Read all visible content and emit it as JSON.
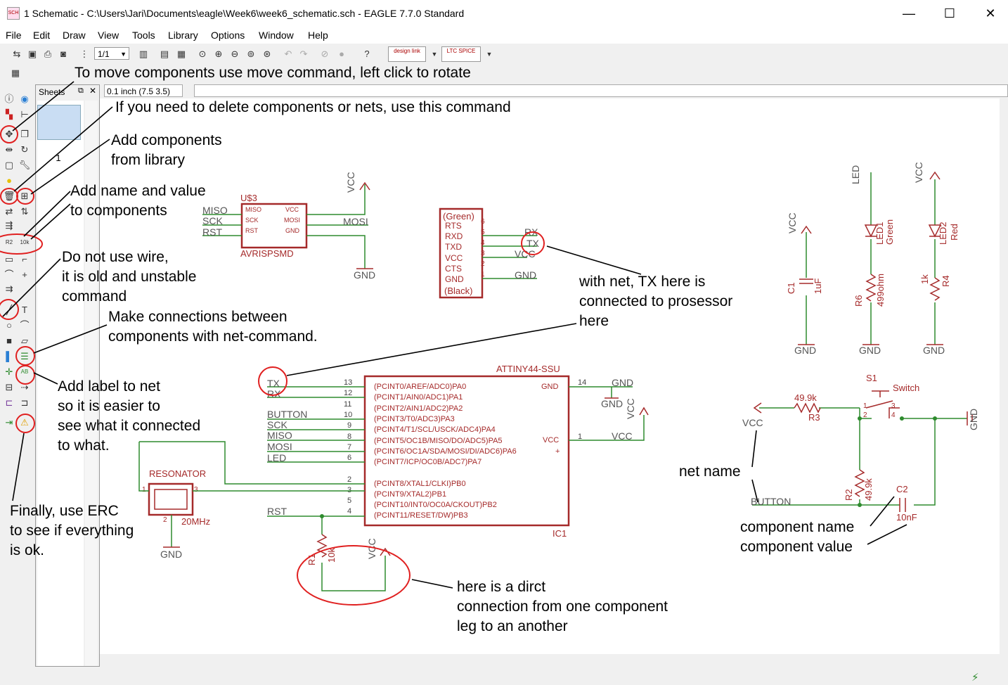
{
  "window": {
    "title": "1 Schematic - C:\\Users\\Jari\\Documents\\eagle\\Week6\\week6_schematic.sch - EAGLE 7.7.0 Standard",
    "app_icon_label": "SCH",
    "minimize": "—",
    "maximize": "☐",
    "close": "✕"
  },
  "menu": [
    "File",
    "Edit",
    "Draw",
    "View",
    "Tools",
    "Library",
    "Options",
    "Window",
    "Help"
  ],
  "toolbar": {
    "sheet_select": "1/1",
    "design_link": "design link",
    "ltspice": "LTC SPICE"
  },
  "coord_readout": "0.1 inch (7.5 3.5)",
  "sheets": {
    "label": "Sheets",
    "items": [
      "1"
    ]
  },
  "annotations": {
    "move": "To move components use move command, left click to rotate",
    "delete": "If you need to delete components or nets, use this command",
    "add": "Add components\nfrom library",
    "name_value": "Add name and value\nto components",
    "wire": "Do not use wire,\nit is old and unstable\ncommand",
    "net": "Make connections between\ncomponents with net-command.",
    "label": "Add label to net\nso it is easier to\nsee what it connected\nto what.",
    "erc": "Finally, use ERC\nto see if everything\nis ok.",
    "tx_net": "with net, TX here is\nconnected to prosessor\nhere",
    "net_name": "net name",
    "comp_name": "component name",
    "comp_value": "component value",
    "direct": "here is a dirct\nconnection from one component\nleg to an another"
  },
  "schematic": {
    "avrisp": {
      "name": "U$3",
      "value": "AVRISPSMD",
      "left_nets": [
        "MISO",
        "SCK",
        "RST"
      ],
      "left_pins": [
        "MISO",
        "SCK",
        "RST"
      ],
      "right_pins": [
        "VCC",
        "MOSI",
        "GND"
      ],
      "net_mosi": "MOSI",
      "vcc": "VCC",
      "gnd": "GND"
    },
    "ftdi": {
      "top": "(Green)",
      "bottom": "(Black)",
      "pins": [
        "RTS",
        "RXD",
        "TXD",
        "VCC",
        "CTS",
        "GND"
      ],
      "numbers": [
        "6",
        "5",
        "4",
        "3",
        "2",
        "1"
      ],
      "nets": {
        "rx": "RX",
        "tx": "TX",
        "vcc": "VCC",
        "gnd": "GND"
      }
    },
    "attiny": {
      "name": "ATTINY44-SSU",
      "ref": "IC1",
      "pa_pins": [
        "(PCINT0/AREF/ADC0)PA0",
        "(PCINT1/AIN0/ADC1)PA1",
        "(PCINT2/AIN1/ADC2)PA2",
        "(PCINT3/T0/ADC3)PA3",
        "(PCINT4/T1/SCL/USCK/ADC4)PA4",
        "(PCINT5/OC1B/MISO/DO/ADC5)PA5",
        "(PCINT6/OC1A/SDA/MOSI/DI/ADC6)PA6",
        "(PCINT7/ICP/OC0B/ADC7)PA7"
      ],
      "pa_numbers": [
        "13",
        "12",
        "11",
        "10",
        "9",
        "8",
        "7",
        "6"
      ],
      "pa_nets": [
        "TX",
        "RX",
        "",
        "BUTTON",
        "SCK",
        "MISO",
        "MOSI",
        "LED"
      ],
      "pb_pins": [
        "(PCINT8/XTAL1/CLKI)PB0",
        "(PCINT9/XTAL2)PB1",
        "(PCINT10/INT0/OC0A/CKOUT)PB2",
        "(PCINT11/RESET/DW)PB3"
      ],
      "pb_numbers": [
        "2",
        "3",
        "5",
        "4"
      ],
      "gnd_pin": "GND",
      "vcc_pin": "VCC",
      "gnd_num": "14",
      "vcc_num": "1",
      "plus": "+",
      "rst_net": "RST",
      "gnd_net": "GND",
      "vcc_net": "VCC",
      "gnd_sym": "GND",
      "vcc_sym": "VCC"
    },
    "resonator": {
      "name": "RESONATOR",
      "value": "20MHz",
      "pins": [
        "1",
        "2",
        "3"
      ],
      "gnd": "GND"
    },
    "r1": {
      "name": "R1",
      "value": "10k",
      "vcc": "VCC"
    },
    "c1": {
      "name": "C1",
      "value": "1uF",
      "vcc": "VCC",
      "gnd": "GND"
    },
    "led1": {
      "name": "LED1",
      "color": "Green",
      "net": "LED"
    },
    "r6": {
      "name": "R6",
      "value": "499ohm",
      "gnd": "GND"
    },
    "led2": {
      "name": "LED2",
      "color": "Red",
      "vcc": "VCC"
    },
    "r4": {
      "name": "R4",
      "value": "1k",
      "gnd": "GND"
    },
    "switch": {
      "name": "S1",
      "value": "Switch",
      "pins": [
        "1",
        "2",
        "3",
        "4"
      ]
    },
    "r3": {
      "name": "R3",
      "value": "49.9k",
      "vcc": "VCC"
    },
    "r2": {
      "name": "R2",
      "value": "49.9k",
      "net": "BUTTON"
    },
    "c2": {
      "name": "C2",
      "value": "10nF"
    },
    "gnd_right": "GND"
  },
  "colors": {
    "part": "#a52a2a",
    "net": "#2e8b2e",
    "highlight": "#e02020"
  }
}
